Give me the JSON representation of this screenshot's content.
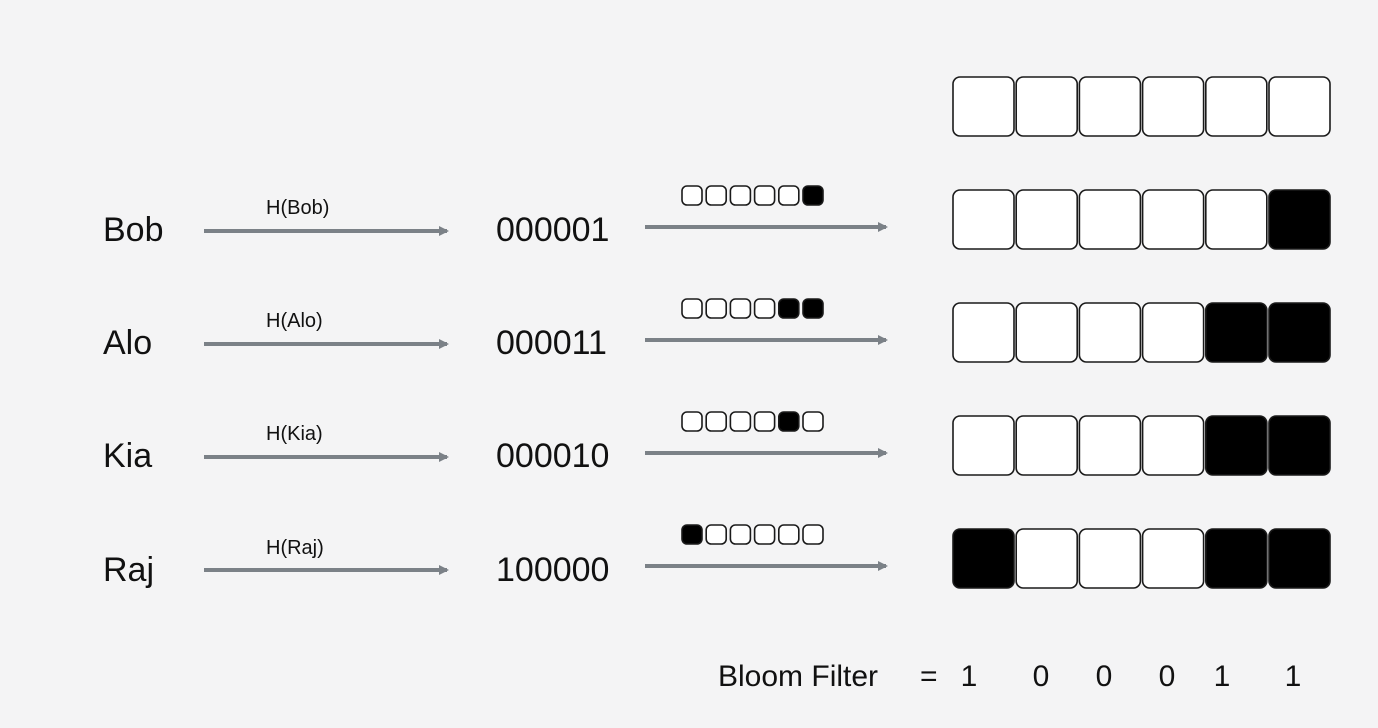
{
  "colors": {
    "background": "#f4f4f5",
    "arrow": "#7b8187",
    "cell_on": "#000000",
    "cell_off": "#ffffff",
    "cell_border": "#1a1a1a",
    "text": "#111111"
  },
  "initial_filter": [
    0,
    0,
    0,
    0,
    0,
    0
  ],
  "rows": [
    {
      "name": "Bob",
      "hash_label": "H(Bob)",
      "bits": "000001",
      "mini_bits": [
        0,
        0,
        0,
        0,
        0,
        1
      ],
      "filter_state": [
        0,
        0,
        0,
        0,
        0,
        1
      ]
    },
    {
      "name": "Alo",
      "hash_label": "H(Alo)",
      "bits": "000011",
      "mini_bits": [
        0,
        0,
        0,
        0,
        1,
        1
      ],
      "filter_state": [
        0,
        0,
        0,
        0,
        1,
        1
      ]
    },
    {
      "name": "Kia",
      "hash_label": "H(Kia)",
      "bits": "000010",
      "mini_bits": [
        0,
        0,
        0,
        0,
        1,
        0
      ],
      "filter_state": [
        0,
        0,
        0,
        0,
        1,
        1
      ]
    },
    {
      "name": "Raj",
      "hash_label": "H(Raj)",
      "bits": "100000",
      "mini_bits": [
        1,
        0,
        0,
        0,
        0,
        0
      ],
      "filter_state": [
        1,
        0,
        0,
        0,
        1,
        1
      ]
    }
  ],
  "summary": {
    "label": "Bloom Filter",
    "equals": "=",
    "values": [
      "1",
      "0",
      "0",
      "0",
      "1",
      "1"
    ]
  }
}
